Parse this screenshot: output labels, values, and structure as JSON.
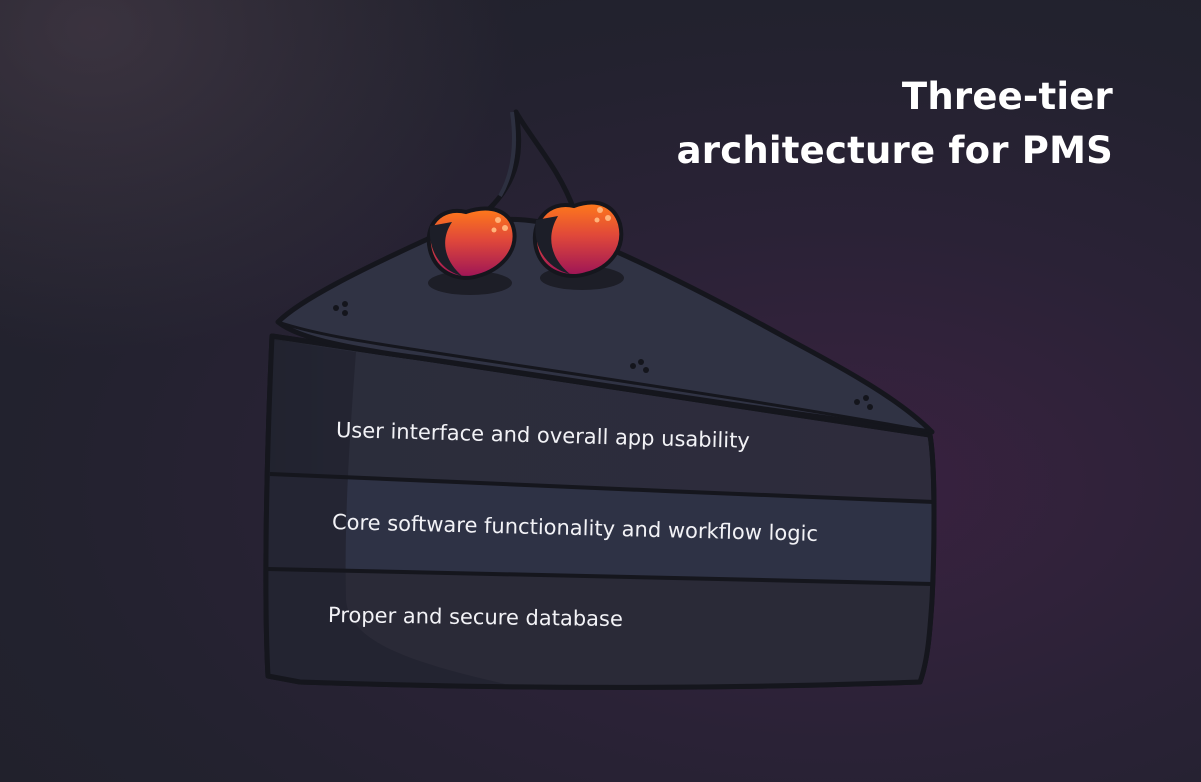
{
  "title": {
    "line1": "Three-tier",
    "line2": "architecture for PMS"
  },
  "layers": [
    {
      "label": "User interface and overall app usability"
    },
    {
      "label": "Core software functionality and workflow logic"
    },
    {
      "label": "Proper and secure database"
    }
  ],
  "colors": {
    "background": "#23222f",
    "cake_body": "#2a2c3a",
    "cake_top": "#303344",
    "middle_layer": "#2e3245",
    "outline": "#15161d",
    "cherry_top": "#ff7a1a",
    "cherry_bottom": "#a0155a",
    "text": "#ffffff"
  }
}
